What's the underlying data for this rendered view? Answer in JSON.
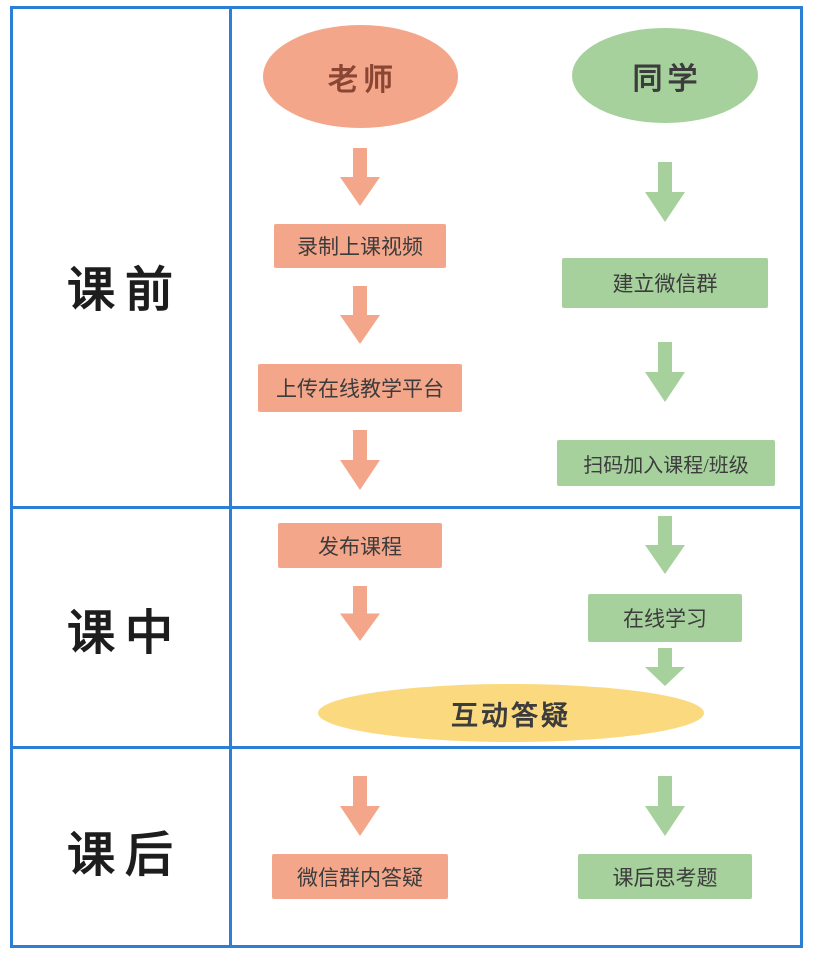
{
  "rows": [
    {
      "label": "课前"
    },
    {
      "label": "课中"
    },
    {
      "label": "课后"
    }
  ],
  "nodes": {
    "teacher_start": "老师",
    "record_video": "录制上课视频",
    "upload_platform": "上传在线教学平台",
    "publish_course": "发布课程",
    "wechat_group_qa": "微信群内答疑",
    "student_start": "同学",
    "create_wechat_group": "建立微信群",
    "scan_join_class": "扫码加入课程/班级",
    "online_learning": "在线学习",
    "after_class_questions": "课后思考题",
    "interactive_qa": "互动答疑"
  },
  "colors": {
    "teacher_fill": "#f4a68a",
    "student_fill": "#a6d19d",
    "qa_fill": "#fbd97e",
    "border_blue": "#2b80d5",
    "text": "#3c3c3c",
    "teacher_label_text": "#8a4634"
  }
}
